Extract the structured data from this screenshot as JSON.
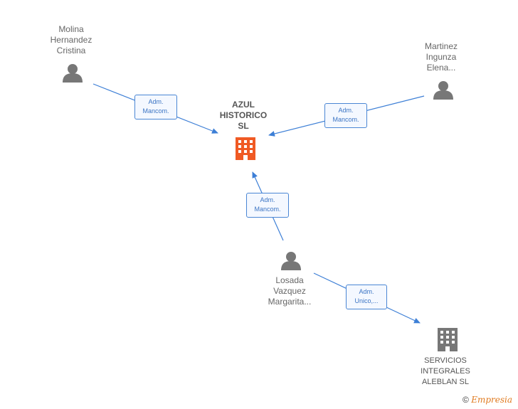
{
  "nodes": {
    "molina": "Molina\nHernandez\nCristina",
    "martinez": "Martinez\nIngunza\nElena...",
    "azul": "AZUL\nHISTORICO\nSL",
    "losada": "Losada\nVazquez\nMargarita...",
    "servicios": "SERVICIOS\nINTEGRALES\nALEBLAN  SL"
  },
  "edges": {
    "molina_azul": {
      "line1": "Adm.",
      "line2": "Mancom."
    },
    "martinez_azul": {
      "line1": "Adm.",
      "line2": "Mancom."
    },
    "losada_azul": {
      "line1": "Adm.",
      "line2": "Mancom."
    },
    "losada_servicios": {
      "line1": "Adm.",
      "line2": "Unico,..."
    }
  },
  "footer": {
    "copyright": "©",
    "brand": "Empresia"
  },
  "colors": {
    "edge": "#3d7fd6",
    "person": "#777777",
    "main_company": "#f05a24",
    "other_company": "#777777"
  }
}
